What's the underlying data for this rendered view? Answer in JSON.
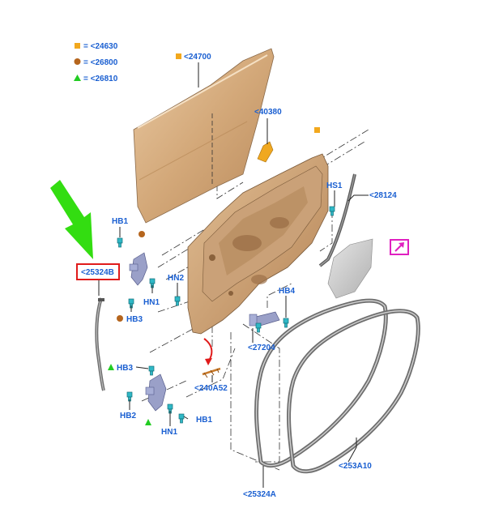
{
  "legend": [
    {
      "symbol": "square-icon",
      "color": "#f2a81d",
      "text": "= <24630"
    },
    {
      "symbol": "circle-icon",
      "color": "#b5651d",
      "text": "= <26800"
    },
    {
      "symbol": "triangle-icon",
      "color": "#22cc22",
      "text": "= <26810"
    }
  ],
  "callouts": {
    "c24700": "<24700",
    "c40380": "<40380",
    "c28124": "<28124",
    "hs1": "HS1",
    "hb1_top": "HB1",
    "c25324b": "<25324B",
    "hn2": "HN2",
    "hn1_top": "HN1",
    "hb4": "HB4",
    "hb3_top": "HB3",
    "c27204": "<27204",
    "hb3_bottom": "HB3",
    "c240a52": "<240A52",
    "hb2": "HB2",
    "hb1_bottom": "HB1",
    "hn1_bottom": "HN1",
    "c253a10": "<253A10",
    "c25324a": "<25324A"
  },
  "colors": {
    "label": "#1a5fd1",
    "highlight_box": "#e01b1b",
    "link_box": "#e020c0",
    "pointer_arrow": "#33dd11",
    "red_arrow": "#e01b1b",
    "door_panel": "#d9b48c",
    "hardware": "#2fb8c6",
    "hinge": "#9aa0c8",
    "seal": "#777777"
  },
  "icons": {
    "pointer": "green-arrow-icon",
    "external_link": "external-link-icon",
    "motion": "red-curved-arrow-icon"
  }
}
